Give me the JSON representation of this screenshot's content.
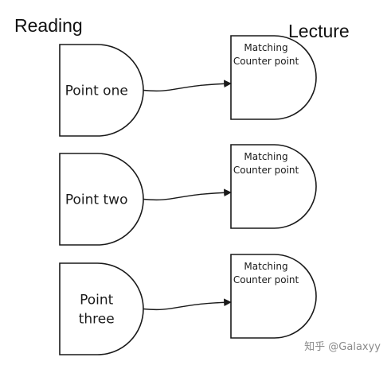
{
  "titles": {
    "left": "Reading",
    "right": "Lecture"
  },
  "rows": [
    {
      "reading_lines": [
        "Point one"
      ],
      "lecture_lines": [
        "Matching",
        "Counter point"
      ]
    },
    {
      "reading_lines": [
        "Point two"
      ],
      "lecture_lines": [
        "Matching",
        "Counter point"
      ]
    },
    {
      "reading_lines": [
        "Point",
        "three"
      ],
      "lecture_lines": [
        "Matching",
        "Counter point"
      ]
    }
  ],
  "watermark": "知乎 @Galaxyy",
  "colors": {
    "stroke": "#1a1a1a",
    "watermark": "#8a8a8a"
  }
}
